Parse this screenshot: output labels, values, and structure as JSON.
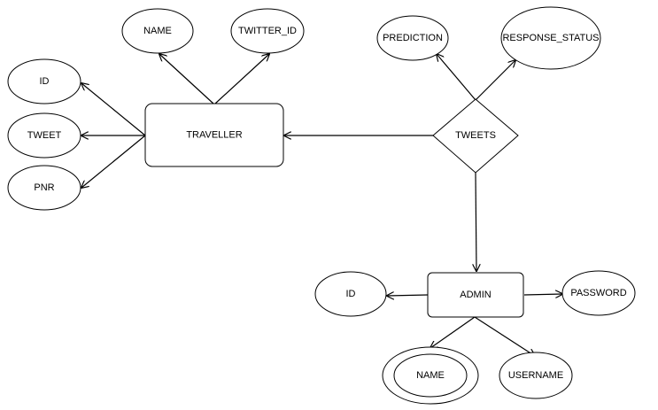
{
  "diagram": {
    "entities": {
      "traveller": "TRAVELLER",
      "admin": "ADMIN"
    },
    "relationships": {
      "tweets": "TWEETS"
    },
    "attributes": {
      "traveller_name": "NAME",
      "traveller_twitter_id": "TWITTER_ID",
      "traveller_id": "ID",
      "traveller_tweet": "TWEET",
      "traveller_pnr": "PNR",
      "tweets_prediction": "PREDICTION",
      "tweets_response_status": "RESPONSE_STATUS",
      "admin_id": "ID",
      "admin_password": "PASSWORD",
      "admin_name": "NAME",
      "admin_username": "USERNAME"
    }
  }
}
